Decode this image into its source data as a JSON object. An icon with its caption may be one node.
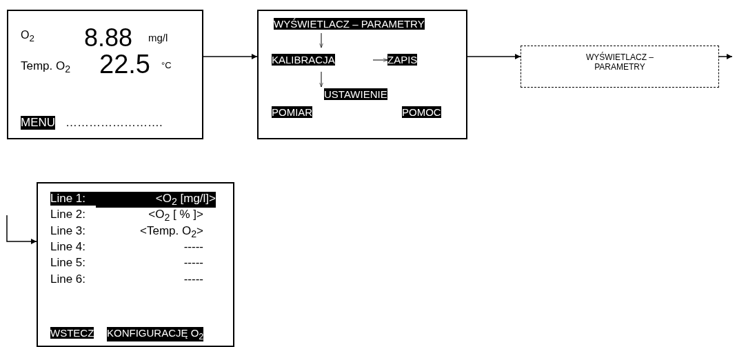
{
  "diagram": {
    "nodes": [
      {
        "text": [
          "O$_{2}$",
          "8.88",
          "mg/l",
          "Temp. O$_{2}$",
          "22.5",
          "°C",
          "MENU",
          "……………………."
        ]
      },
      {
        "text": [
          "WYŚWIETLACZ – PARAMETRY",
          "KALIBRACJA",
          "ZAPIS",
          "USTAWIENIE",
          "POMIAR",
          "POMOC"
        ]
      },
      {
        "text": [
          "WYŚWIETLACZ – PARAMETRY"
        ]
      },
      {
        "text": [
          "Line 1:",
          "<O$_{2}$ [mg/l]>",
          "Line 2:",
          "<O$_{2}$ [ % ]>",
          "Line 3:",
          "<Temp. O$_{2}$>",
          "Line 4:",
          "-----",
          "Line 5:",
          "-----",
          "Line 6:",
          "-----",
          "WSTECZ",
          "KONFIGURACJĘ O$_{2}$"
        ]
      }
    ],
    "edges": [
      {
        "from": 0,
        "to": 1,
        "arrow": "to"
      },
      {
        "from": 1,
        "to": 2,
        "arrow": "to"
      },
      {
        "from": 2,
        "to": null,
        "arrow": "to"
      },
      {
        "from": null,
        "to": 3,
        "arrow": "to"
      }
    ]
  }
}
